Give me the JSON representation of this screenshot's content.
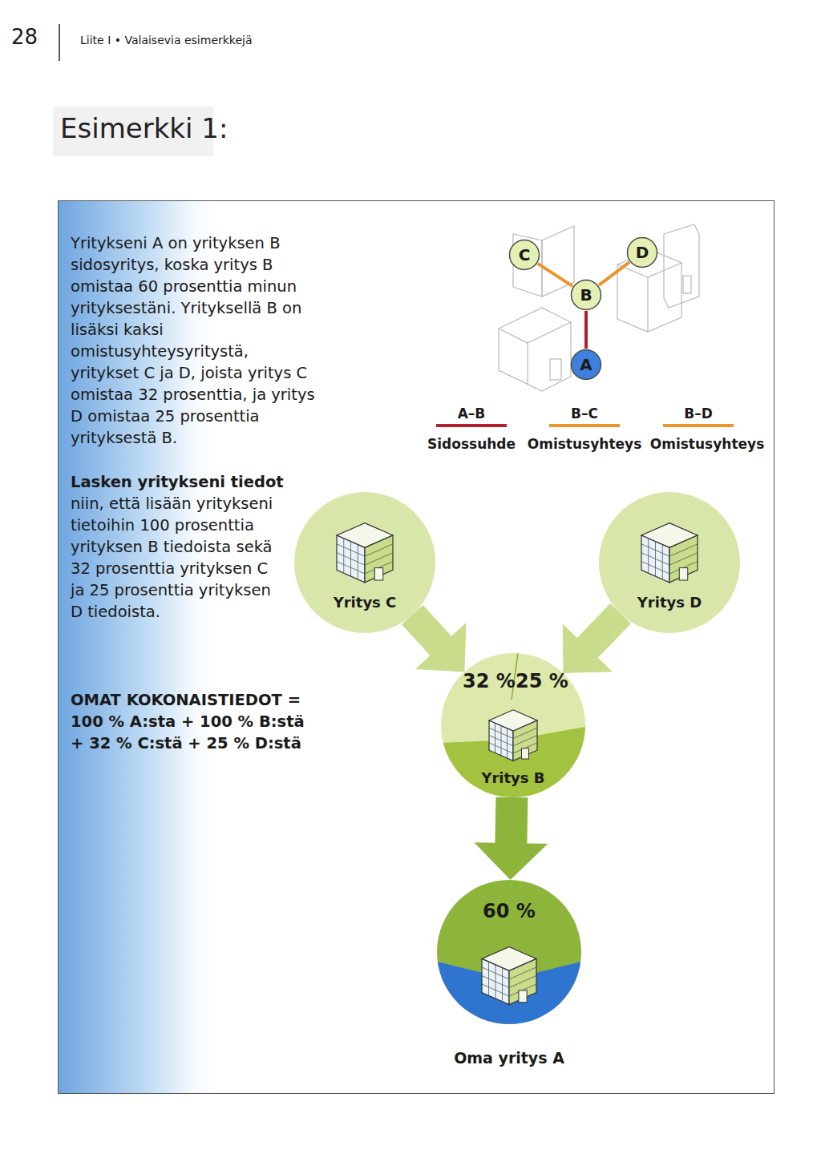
{
  "diagram": {
    "title": "Esimerkki 1:",
    "nodes": [
      {
        "text": [
          "C"
        ]
      },
      {
        "text": [
          "D"
        ]
      },
      {
        "text": [
          "B"
        ]
      },
      {
        "text": [
          "A"
        ]
      },
      {
        "text": [
          "Yritys C"
        ]
      },
      {
        "text": [
          "Yritys D"
        ]
      },
      {
        "text": [
          "32 %",
          "25 %",
          "Yritys B"
        ]
      },
      {
        "text": [
          "60 %",
          "Oma yritys A"
        ]
      }
    ],
    "edges": [
      {
        "from": 0,
        "to": 2,
        "arrow": "none"
      },
      {
        "from": 1,
        "to": 2,
        "arrow": "none"
      },
      {
        "from": 2,
        "to": 3,
        "arrow": "none"
      },
      {
        "from": 4,
        "to": 6,
        "arrow": "to"
      },
      {
        "from": 5,
        "to": 6,
        "arrow": "to"
      },
      {
        "from": 6,
        "to": 7,
        "arrow": "to"
      }
    ],
    "labels": [
      "28",
      "Liite I • Valaisevia esimerkkejä",
      "Yritykseni A on yrityksen B sidosyritys, koska yritys B omistaa 60 prosenttia minun yrityksestäni. Yrityksellä B on lisäksi kaksi omistusyhteysyritystä, yritykset C ja D, joista yritys C omistaa 32 prosenttia, ja yritys D omistaa 25 prosenttia yrityksestä B.",
      "Lasken yritykseni tiedot",
      "niin, että lisään yritykseni tietoihin 100 prosenttia yrityksen B tiedoista sekä 32 prosenttia yrityksen C ja 25 prosenttia yrityksen D tiedoista.",
      "OMAT KOKONAISTIEDOT = 100 % A:sta + 100 % B:stä + 32 % C:stä + 25 % D:stä",
      "Sidossuhde",
      "Omistusyhteys",
      "Omistusyhteys"
    ],
    "legend": [
      {
        "text": "A–B"
      },
      {
        "text": "B–C"
      },
      {
        "text": "B–D"
      }
    ]
  }
}
